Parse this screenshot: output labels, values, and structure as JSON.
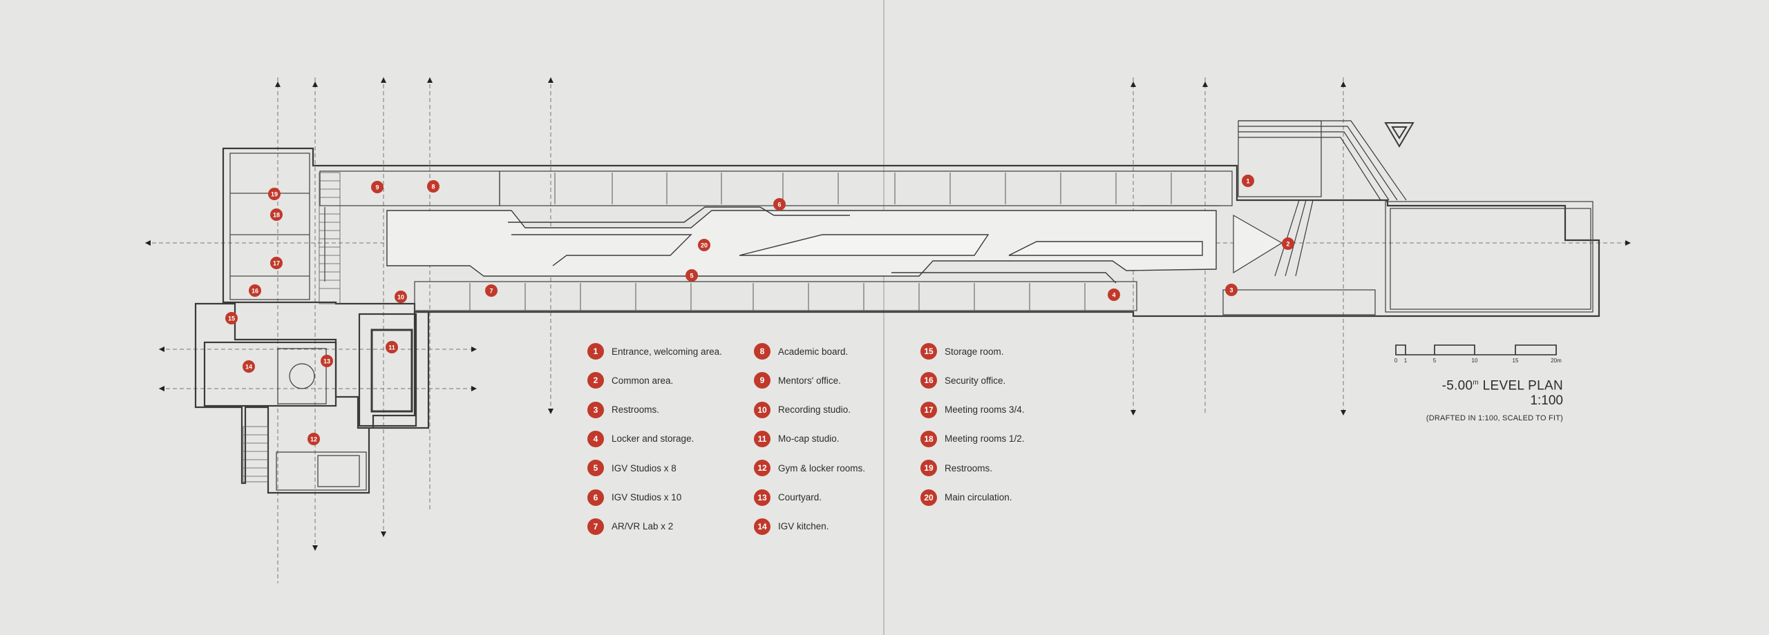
{
  "legend": {
    "col1": [
      {
        "num": "1",
        "label": "Entrance, welcoming area."
      },
      {
        "num": "2",
        "label": "Common area."
      },
      {
        "num": "3",
        "label": "Restrooms."
      },
      {
        "num": "4",
        "label": "Locker and storage."
      },
      {
        "num": "5",
        "label": "IGV Studios x 8"
      },
      {
        "num": "6",
        "label": "IGV Studios x 10"
      },
      {
        "num": "7",
        "label": "AR/VR Lab x 2"
      }
    ],
    "col2": [
      {
        "num": "8",
        "label": "Academic board."
      },
      {
        "num": "9",
        "label": "Mentors' office."
      },
      {
        "num": "10",
        "label": "Recording studio."
      },
      {
        "num": "11",
        "label": "Mo-cap studio."
      },
      {
        "num": "12",
        "label": "Gym & locker rooms."
      },
      {
        "num": "13",
        "label": "Courtyard."
      },
      {
        "num": "14",
        "label": "IGV kitchen."
      }
    ],
    "col3": [
      {
        "num": "15",
        "label": "Storage room."
      },
      {
        "num": "16",
        "label": "Security office."
      },
      {
        "num": "17",
        "label": "Meeting rooms 3/4."
      },
      {
        "num": "18",
        "label": "Meeting rooms 1/2."
      },
      {
        "num": "19",
        "label": "Restrooms."
      },
      {
        "num": "20",
        "label": "Main circulation."
      }
    ]
  },
  "title": {
    "level_prefix": "-5.00",
    "level_unit": "m",
    "level_suffix": " LEVEL PLAN",
    "scale": "1:100",
    "note": "(DRAFTED IN 1:100, SCALED TO FIT)"
  },
  "scale_bar": {
    "ticks": [
      "0",
      "1",
      "5",
      "10",
      "15",
      "20m"
    ]
  },
  "plan_markers": [
    {
      "num": "1"
    },
    {
      "num": "2"
    },
    {
      "num": "3"
    },
    {
      "num": "4"
    },
    {
      "num": "5"
    },
    {
      "num": "6"
    },
    {
      "num": "7"
    },
    {
      "num": "8"
    },
    {
      "num": "9"
    },
    {
      "num": "10"
    },
    {
      "num": "11"
    },
    {
      "num": "12"
    },
    {
      "num": "13"
    },
    {
      "num": "14"
    },
    {
      "num": "15"
    },
    {
      "num": "16"
    },
    {
      "num": "17"
    },
    {
      "num": "18"
    },
    {
      "num": "19"
    },
    {
      "num": "20"
    }
  ],
  "colors": {
    "background": "#e6e6e4",
    "marker": "#c0392b",
    "line": "#3a3a3a",
    "accent_line": "#555555"
  }
}
